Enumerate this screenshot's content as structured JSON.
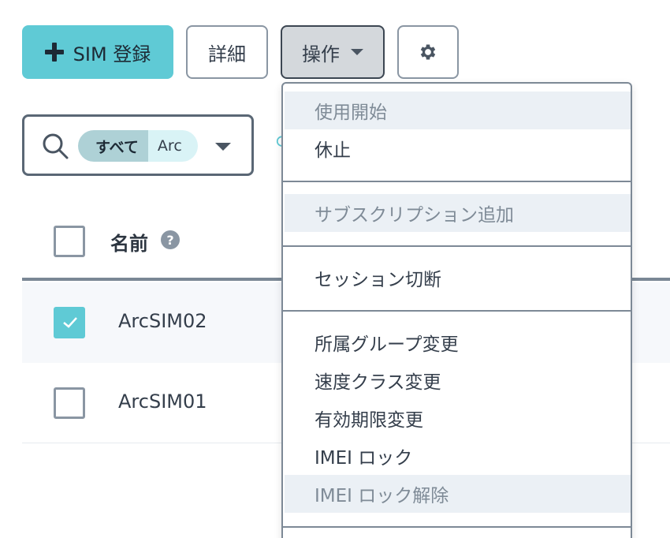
{
  "toolbar": {
    "register_label": "SIM 登録",
    "detail_label": "詳細",
    "ops_label": "操作"
  },
  "icons": {
    "plus": "plus-icon",
    "caret": "caret-down-icon",
    "gear": "gear-icon",
    "search": "search-icon",
    "help": "question-circle-icon"
  },
  "search": {
    "chip_key": "すべて",
    "chip_value": "Arc"
  },
  "table": {
    "header_name": "名前",
    "help_glyph": "?",
    "rows": [
      {
        "name": "ArcSIM02",
        "checked": true
      },
      {
        "name": "ArcSIM01",
        "checked": false
      }
    ]
  },
  "menu": {
    "items": [
      {
        "label": "使用開始",
        "disabled": true
      },
      {
        "label": "休止",
        "disabled": false
      },
      {
        "label": "サブスクリプション追加",
        "disabled": true
      },
      {
        "label": "セッション切断",
        "disabled": false
      },
      {
        "label": "所属グループ変更",
        "disabled": false
      },
      {
        "label": "速度クラス変更",
        "disabled": false
      },
      {
        "label": "有効期限変更",
        "disabled": false
      },
      {
        "label": "IMEI ロック",
        "disabled": false
      },
      {
        "label": "IMEI ロック解除",
        "disabled": true
      }
    ]
  },
  "colors": {
    "accent": "#5fcad5",
    "text": "#343e4b",
    "disabled_bg": "#ebf0f5",
    "disabled_text": "#7f8b97",
    "border": "#8a96a3"
  }
}
